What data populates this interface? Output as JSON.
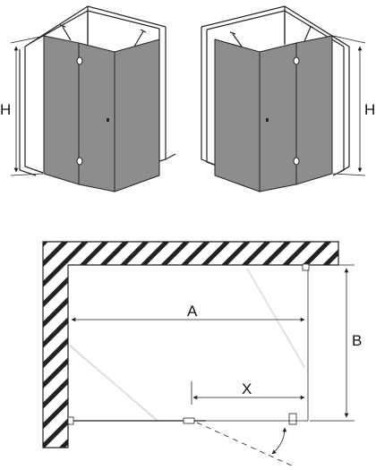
{
  "colors": {
    "glass": "#8d8d8d",
    "line": "#222222",
    "wall_fill": "#ffffff",
    "background": "#ffffff"
  },
  "labels": {
    "left_height": "H",
    "right_height": "H",
    "width": "A",
    "depth": "B",
    "door_offset": "X"
  }
}
